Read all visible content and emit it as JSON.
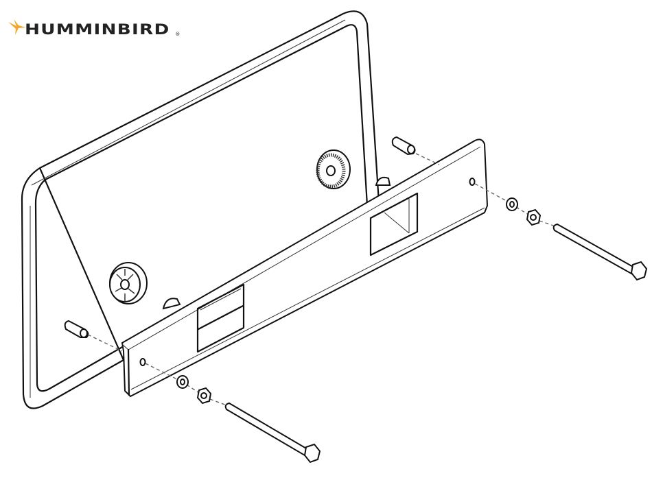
{
  "logo": {
    "text": "HUMMINBIRD",
    "registered_mark": "®",
    "bird_color": "#f0a830",
    "text_color": "#222222"
  },
  "diagram": {
    "parts": [
      "display-frame",
      "mounting-bracket",
      "knob-left",
      "knob-right",
      "pin-left",
      "pin-right",
      "washer-left",
      "washer-right",
      "nut-left",
      "nut-right",
      "bolt-left",
      "bolt-right"
    ],
    "line_color": "#111111",
    "accent_color": "#7fc8b8"
  }
}
